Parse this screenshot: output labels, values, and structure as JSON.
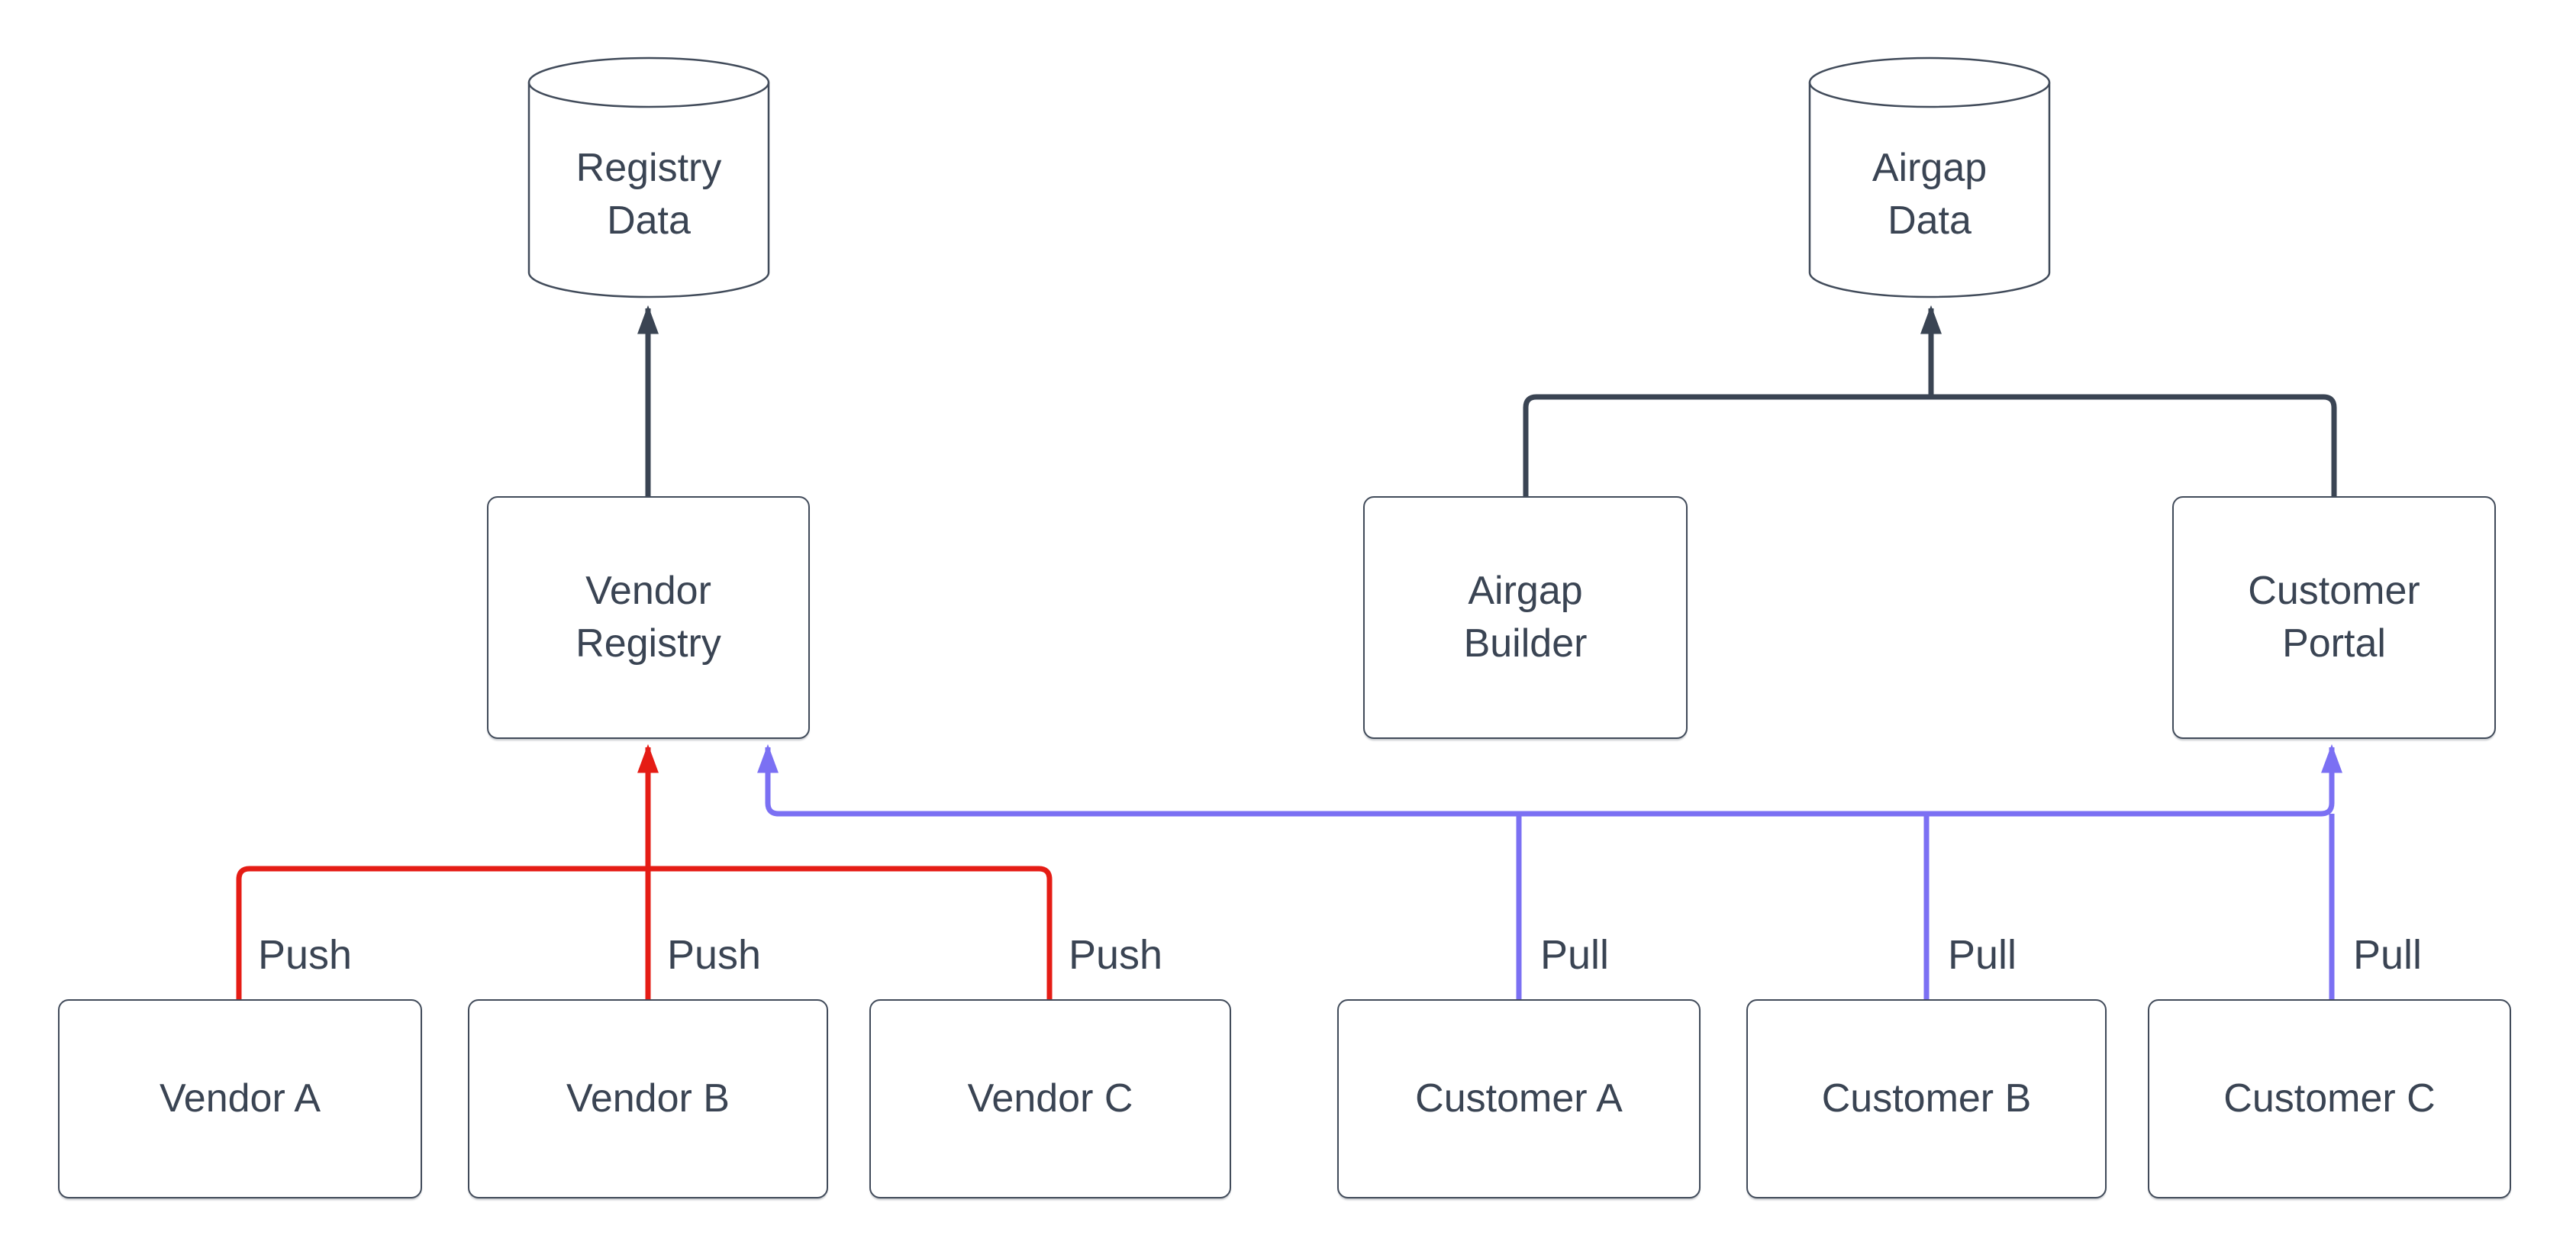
{
  "diagram": {
    "colors": {
      "dark": "#3a4453",
      "border": "#414b5a",
      "red": "#e51c15",
      "blue": "#7b70f3",
      "node_fill": "#ffffff",
      "background": "#ffffff"
    },
    "nodes": {
      "registry_data": {
        "label": "Registry\nData",
        "shape": "cylinder"
      },
      "airgap_data": {
        "label": "Airgap\nData",
        "shape": "cylinder"
      },
      "vendor_registry": {
        "label": "Vendor\nRegistry",
        "shape": "rounded-rect"
      },
      "airgap_builder": {
        "label": "Airgap\nBuilder",
        "shape": "rounded-rect"
      },
      "customer_portal": {
        "label": "Customer\nPortal",
        "shape": "rounded-rect"
      },
      "vendor_a": {
        "label": "Vendor A",
        "shape": "rounded-rect"
      },
      "vendor_b": {
        "label": "Vendor B",
        "shape": "rounded-rect"
      },
      "vendor_c": {
        "label": "Vendor C",
        "shape": "rounded-rect"
      },
      "customer_a": {
        "label": "Customer A",
        "shape": "rounded-rect"
      },
      "customer_b": {
        "label": "Customer B",
        "shape": "rounded-rect"
      },
      "customer_c": {
        "label": "Customer C",
        "shape": "rounded-rect"
      }
    },
    "edge_labels": {
      "push_a": "Push",
      "push_b": "Push",
      "push_c": "Push",
      "pull_a": "Pull",
      "pull_b": "Pull",
      "pull_c": "Pull"
    },
    "edges": [
      {
        "from": "vendor_registry",
        "to": "registry_data",
        "color": "dark",
        "arrow": true
      },
      {
        "from": "airgap_builder",
        "to": "airgap_data",
        "color": "dark",
        "arrow": true
      },
      {
        "from": "customer_portal",
        "to": "airgap_data",
        "color": "dark",
        "arrow": true
      },
      {
        "from": "vendor_a",
        "to": "vendor_registry",
        "label": "Push",
        "color": "red",
        "arrow": true
      },
      {
        "from": "vendor_b",
        "to": "vendor_registry",
        "label": "Push",
        "color": "red",
        "arrow": true
      },
      {
        "from": "vendor_c",
        "to": "vendor_registry",
        "label": "Push",
        "color": "red",
        "arrow": true
      },
      {
        "from": "customer_a",
        "to": "vendor_registry",
        "label": "Pull",
        "color": "blue",
        "arrow": true
      },
      {
        "from": "customer_b",
        "to": "vendor_registry",
        "label": "Pull",
        "color": "blue",
        "arrow": true
      },
      {
        "from": "customer_c",
        "to": "customer_portal",
        "label": "Pull",
        "color": "blue",
        "arrow": true
      }
    ]
  }
}
